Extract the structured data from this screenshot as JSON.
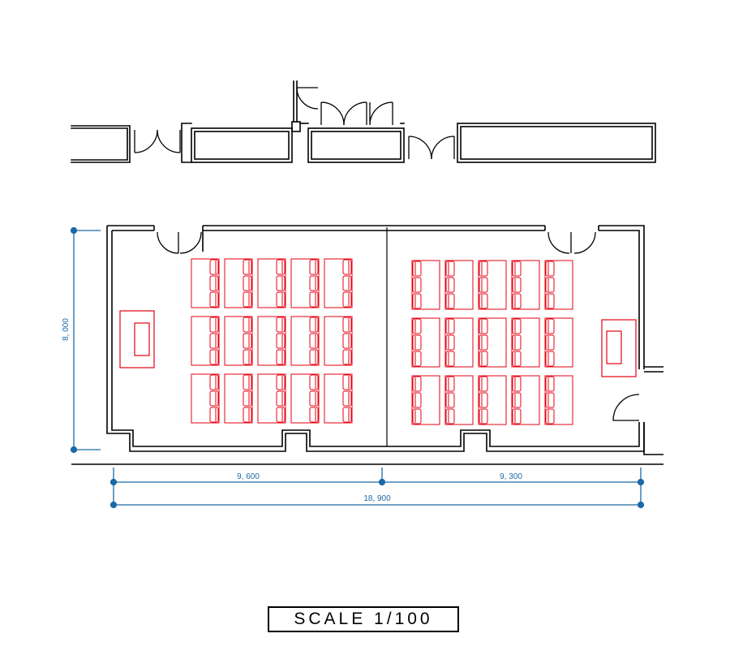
{
  "colors": {
    "wall": "#000000",
    "seating": "#e60012",
    "dimension": "#1a6aa8",
    "background": "#ffffff"
  },
  "dimensions": {
    "height_label": "8, 000",
    "left_width_label": "9, 600",
    "right_width_label": "9, 300",
    "total_width_label": "18, 900"
  },
  "seating": {
    "left_block": {
      "rows": 3,
      "columns": 5,
      "chairs_per_side": 3
    },
    "right_block": {
      "rows": 3,
      "columns": 5,
      "chairs_per_side": 3
    },
    "podiums": 2
  },
  "scale": {
    "label": "SCALE 1/100"
  }
}
